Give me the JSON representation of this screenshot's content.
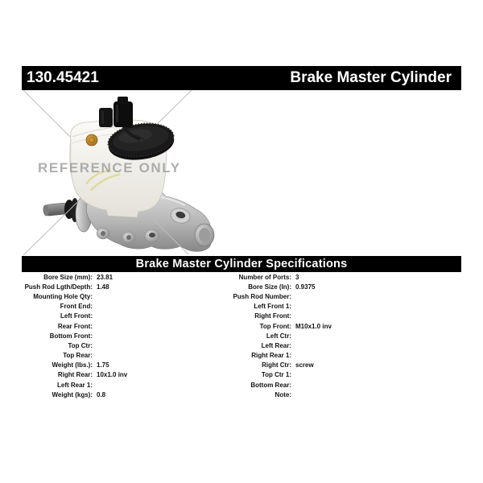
{
  "header": {
    "part_number": "130.45421",
    "title": "Brake Master Cylinder"
  },
  "photo": {
    "watermark": "REFERENCE ONLY",
    "subject": "brake-master-cylinder-product-photo"
  },
  "specs": {
    "title": "Brake Master Cylinder Specifications",
    "left": [
      {
        "label": "Bore Size (mm):",
        "value": "23.81"
      },
      {
        "label": "Push Rod Lgth/Depth:",
        "value": "1.48"
      },
      {
        "label": "Mounting Hole Qty:",
        "value": ""
      },
      {
        "label": "Front End:",
        "value": ""
      },
      {
        "label": "Left Front:",
        "value": ""
      },
      {
        "label": "Rear Front:",
        "value": ""
      },
      {
        "label": "Bottom Front:",
        "value": ""
      },
      {
        "label": "Top Ctr:",
        "value": ""
      },
      {
        "label": "Top Rear:",
        "value": ""
      },
      {
        "label": "Weight (lbs.):",
        "value": "1.75"
      },
      {
        "label": "Right Rear:",
        "value": "10x1.0 inv"
      },
      {
        "label": "Left Rear 1:",
        "value": ""
      },
      {
        "label": "Weight (kgs):",
        "value": "0.8"
      }
    ],
    "right": [
      {
        "label": "Number of Ports:",
        "value": "3"
      },
      {
        "label": "Bore Size (In):",
        "value": "0.9375"
      },
      {
        "label": "Push Rod Number:",
        "value": ""
      },
      {
        "label": "Left Front 1:",
        "value": ""
      },
      {
        "label": "Right Front:",
        "value": ""
      },
      {
        "label": "Top Front:",
        "value": "M10x1.0 inv"
      },
      {
        "label": "Left Ctr:",
        "value": ""
      },
      {
        "label": "Left Rear:",
        "value": ""
      },
      {
        "label": "Right Rear 1:",
        "value": ""
      },
      {
        "label": "Right Ctr:",
        "value": "screw"
      },
      {
        "label": "Top Ctr 1:",
        "value": ""
      },
      {
        "label": "Bottom Rear:",
        "value": ""
      },
      {
        "label": "Note:",
        "value": ""
      }
    ]
  },
  "colors": {
    "bar_background": "#000000",
    "bar_text": "#ffffff",
    "watermark_gray": "#9e9e9e",
    "spec_text": "#111111",
    "reservoir_white": "#f3f2ec",
    "cap_black": "#1a1a1a",
    "body_silver": "#a8a8a8",
    "accent_orange": "#c08227",
    "accent_yellow": "#d9cd60"
  }
}
